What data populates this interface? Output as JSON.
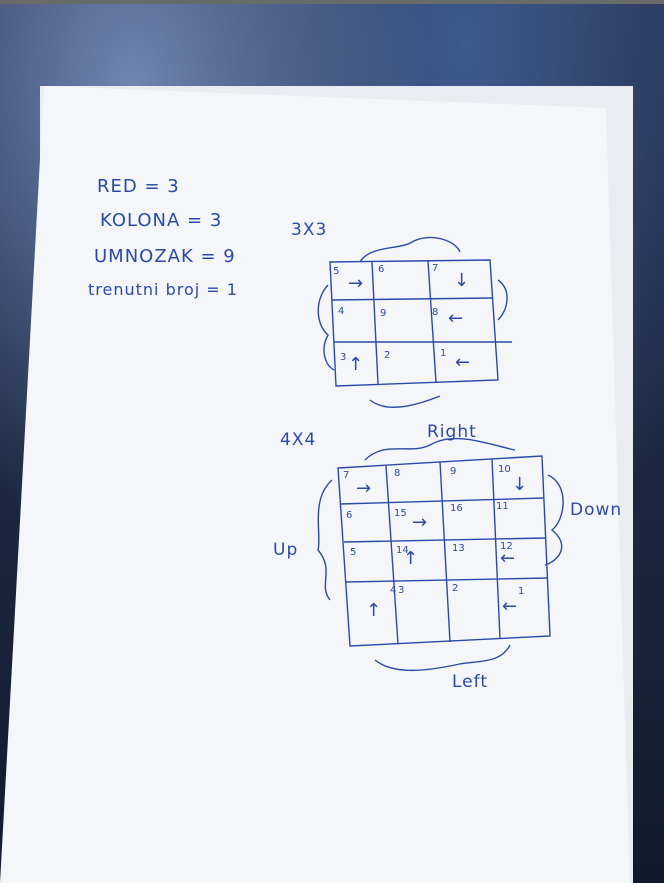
{
  "notes": {
    "red": "RED = 3",
    "kolona": "KOLONA = 3",
    "umnozak": "UMNOZAK = 9",
    "trenutni": "trenutni broj = 1"
  },
  "grid3": {
    "title": "3X3",
    "cells": [
      "5",
      "6",
      "7",
      "4",
      "9",
      "8",
      "3",
      "2",
      "1"
    ]
  },
  "grid4": {
    "title": "4X4",
    "cells": [
      "7",
      "8",
      "9",
      "10",
      "6",
      "15",
      "16",
      "11",
      "5",
      "14",
      "13",
      "12",
      "4",
      "3",
      "2",
      "1"
    ],
    "labels": {
      "top": "Right",
      "right": "Down",
      "bottom": "Left",
      "left": "Up"
    }
  },
  "colors": {
    "ink": "#2b4aa8",
    "paper": "#f4f6f9"
  }
}
